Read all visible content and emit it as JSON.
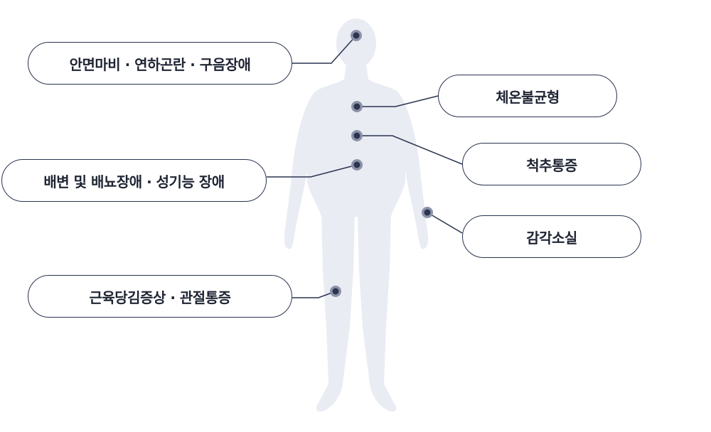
{
  "colors": {
    "silhouette": "#e9ecf3",
    "line": "#2b3450",
    "dot_inner": "#2b3450",
    "dot_outer": "#8c93a8",
    "text": "#1f2433"
  },
  "callouts": [
    {
      "id": "face",
      "label": "안면마비 · 연하곤란 · 구음장애"
    },
    {
      "id": "temperature",
      "label": "체온불균형"
    },
    {
      "id": "spine",
      "label": "척추통증"
    },
    {
      "id": "bowel",
      "label": "배변 및 배뇨장애 · 성기능 장애"
    },
    {
      "id": "sensory",
      "label": "감각소실"
    },
    {
      "id": "muscle",
      "label": "근육당김증상 · 관절통증"
    }
  ]
}
